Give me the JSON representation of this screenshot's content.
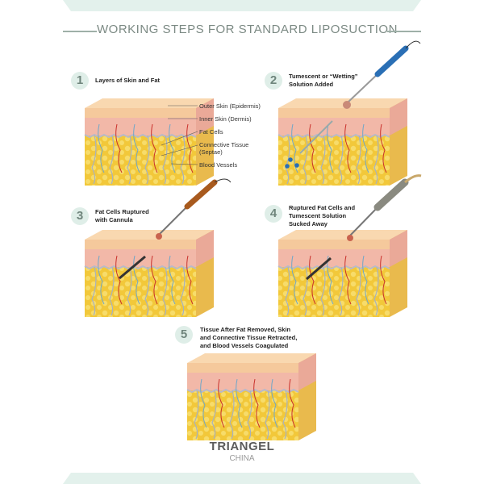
{
  "header": {
    "title": "WORKING STEPS FOR STANDARD LIPOSUCTION"
  },
  "steps": [
    {
      "number": "1",
      "title_lines": [
        "Layers of Skin and Fat"
      ]
    },
    {
      "number": "2",
      "title_lines": [
        "Tumescent or “Wetting”",
        "Solution Added"
      ]
    },
    {
      "number": "3",
      "title_lines": [
        "Fat Cells Ruptured",
        "with Cannula"
      ]
    },
    {
      "number": "4",
      "title_lines": [
        "Ruptured Fat Cells and",
        "Tumescent Solution",
        "Sucked Away"
      ]
    },
    {
      "number": "5",
      "title_lines": [
        "Tissue After Fat Removed, Skin",
        "and Connective Tissue Retracted,",
        "and Blood Vessels Coagulated"
      ]
    }
  ],
  "layer_labels": [
    "Outer Skin (Epidermis)",
    "Inner Skin (Dermis)",
    "Fat Cells",
    "Connective Tissue",
    "(Septae)",
    "Blood Vessels"
  ],
  "brand": {
    "name": "TRIANGEL",
    "sub": "CHINA"
  },
  "colors": {
    "accent_band": "#e3f1ec",
    "epidermis": "#f5c99c",
    "dermis": "#f2b8a8",
    "fat": "#f2c83a",
    "fat_cell": "#f7dc6a",
    "vessel_red": "#c9302c",
    "vessel_blue": "#6fa6c8",
    "wand_blue": "#2a6fb5",
    "wand_brown": "#a85a1e",
    "wand_gray": "#8a8a80"
  }
}
